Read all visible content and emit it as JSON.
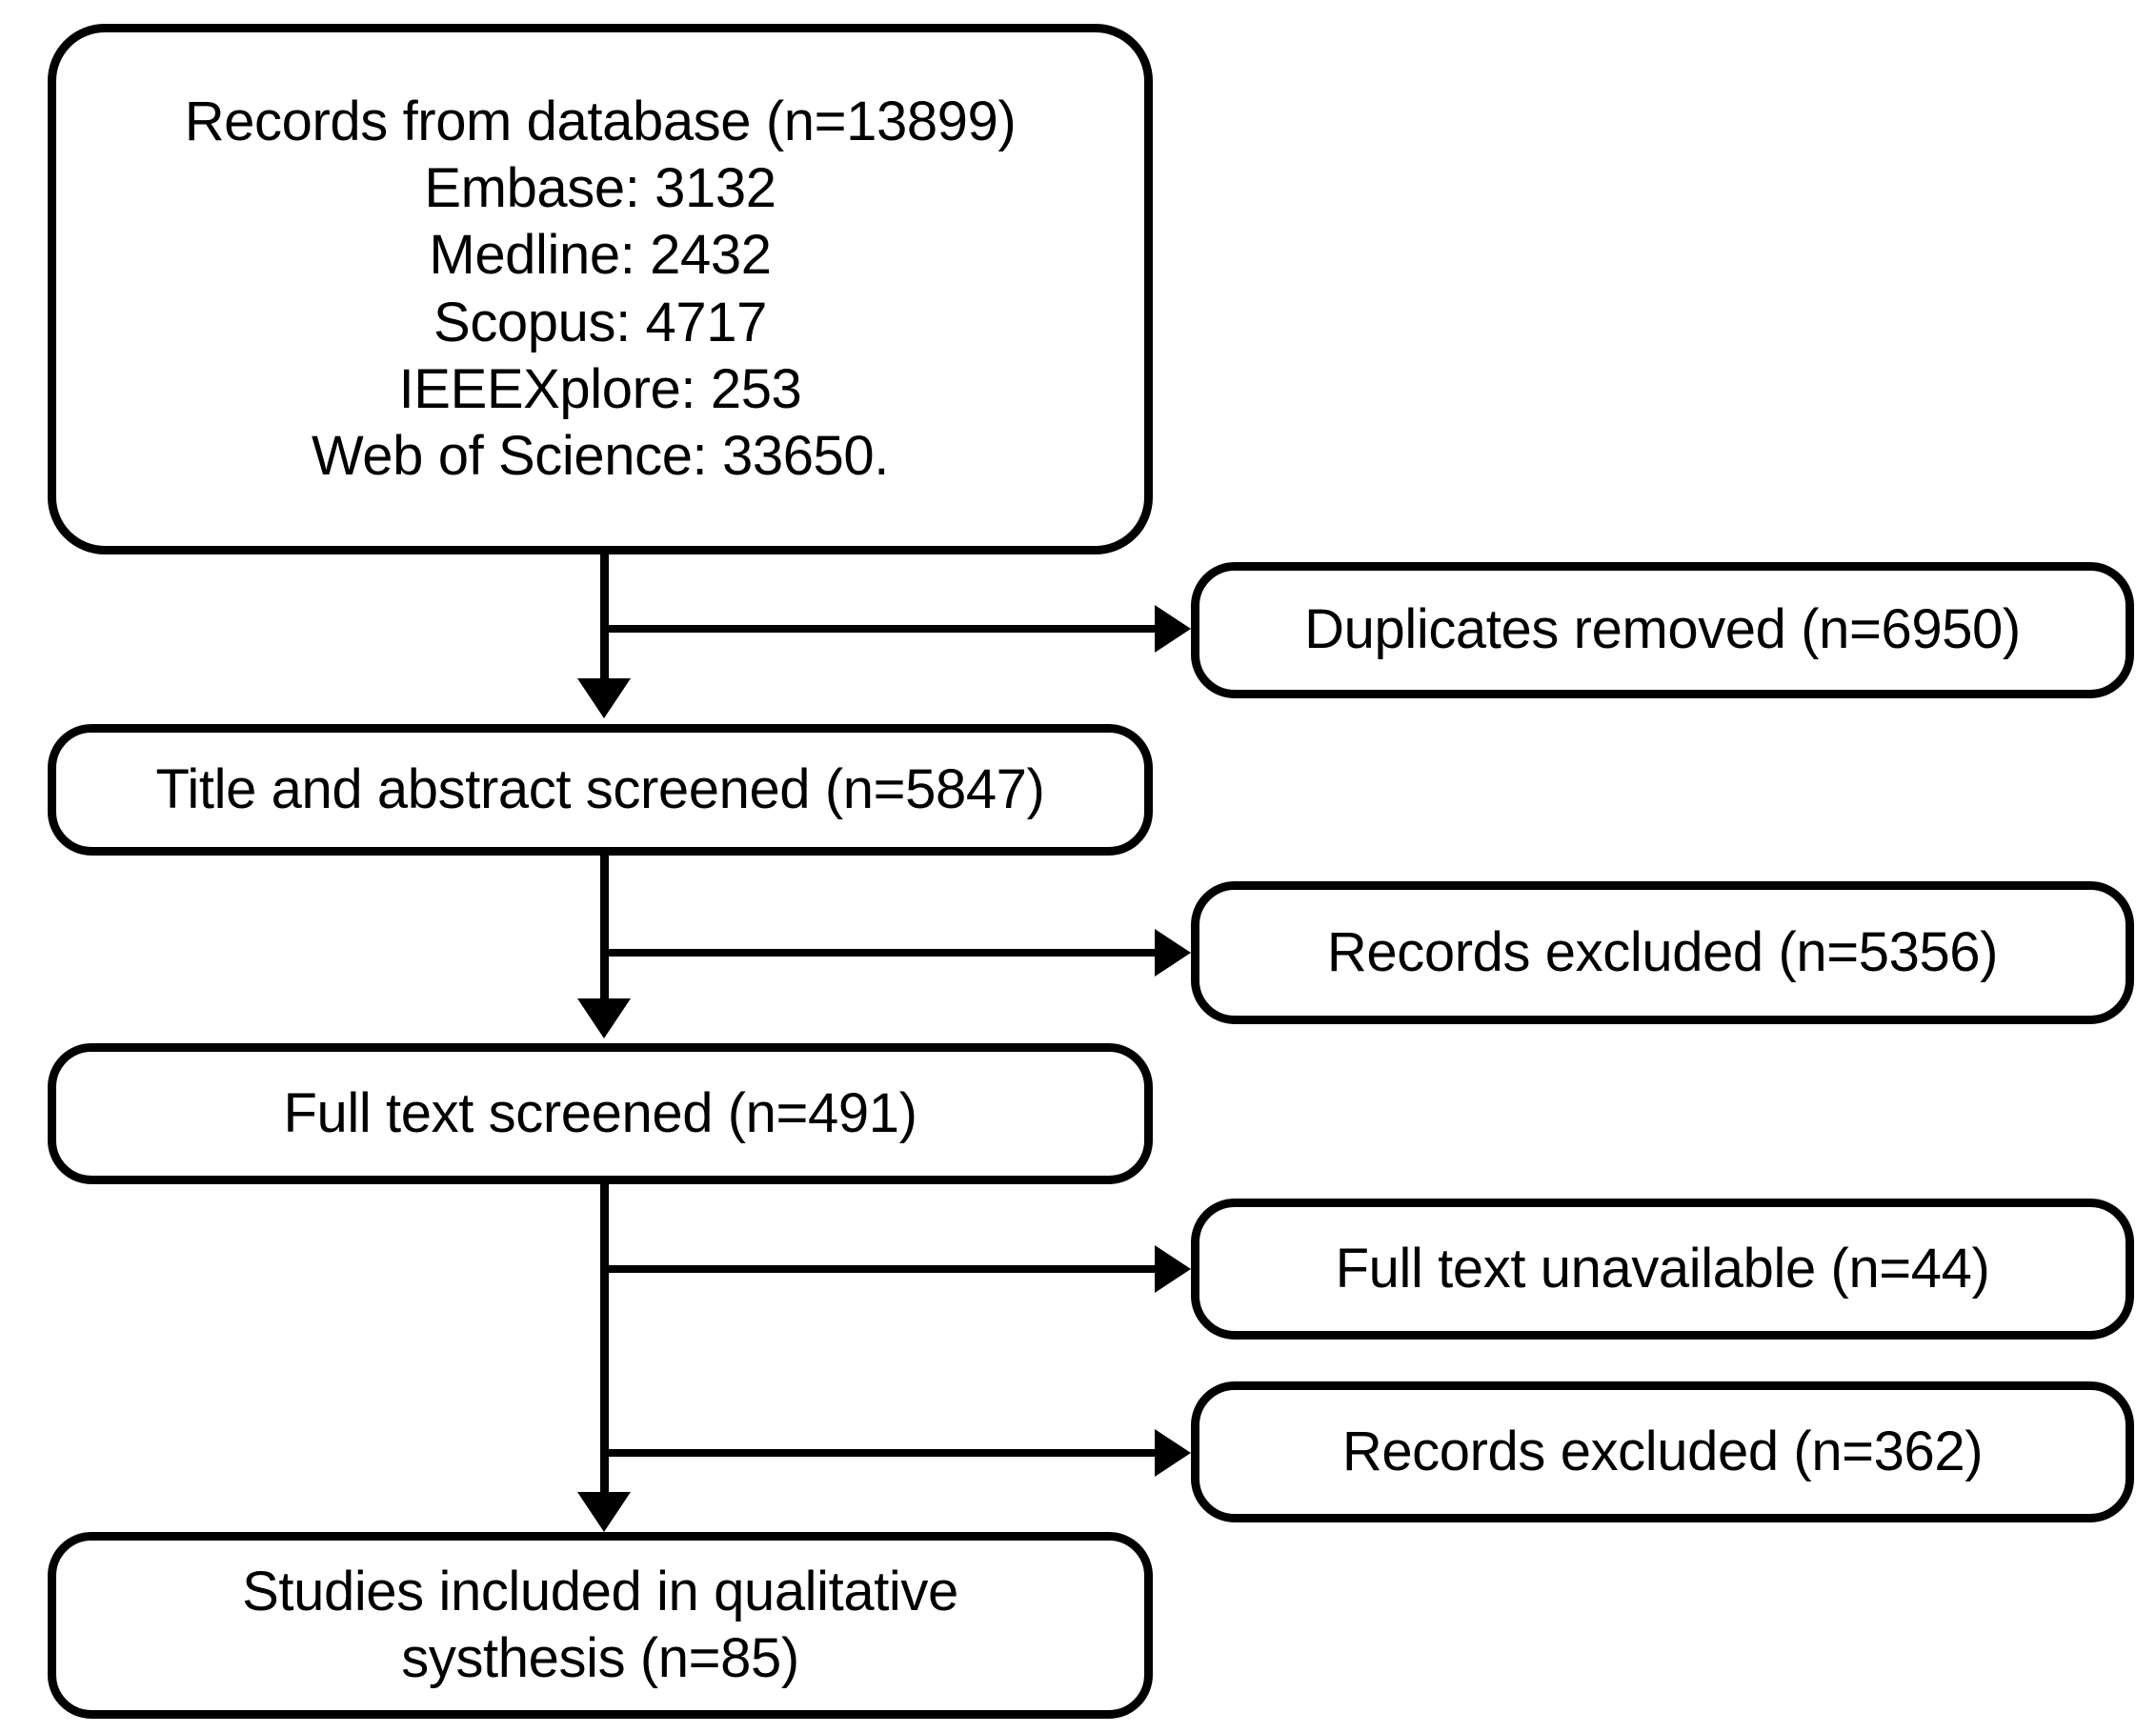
{
  "diagram": {
    "type": "prisma-flow-diagram",
    "title": "",
    "colors": {
      "stroke": "#000000",
      "fill": "#ffffff",
      "text": "#000000"
    },
    "nodes": {
      "sources": {
        "name": "records-from-database",
        "lines": [
          "Records from database (n=13899)",
          "Embase: 3132",
          "Medline: 2432",
          "Scopus: 4717",
          "IEEEXplore: 253",
          "Web of Science: 33650."
        ],
        "total": 13899,
        "breakdown": [
          {
            "source": "Embase",
            "count": 3132
          },
          {
            "source": "Medline",
            "count": 2432
          },
          {
            "source": "Scopus",
            "count": 4717
          },
          {
            "source": "IEEEXplore",
            "count": 253
          },
          {
            "source": "Web of Science",
            "count": 33650
          }
        ]
      },
      "duplicates": {
        "name": "duplicates-removed",
        "lines": [
          "Duplicates removed (n=6950)"
        ],
        "count": 6950
      },
      "titleabs": {
        "name": "title-and-abstract-screened",
        "lines": [
          "Title and abstract screened (n=5847)"
        ],
        "count": 5847
      },
      "excluded1": {
        "name": "records-excluded-screening",
        "lines": [
          "Records excluded (n=5356)"
        ],
        "count": 5356
      },
      "fulltext": {
        "name": "full-text-screened",
        "lines": [
          "Full text screened (n=491)"
        ],
        "count": 491
      },
      "unavailable": {
        "name": "full-text-unavailable",
        "lines": [
          "Full text unavailable (n=44)"
        ],
        "count": 44
      },
      "excluded2": {
        "name": "records-excluded-eligibility",
        "lines": [
          "Records excluded (n=362)"
        ],
        "count": 362
      },
      "included": {
        "name": "studies-included",
        "lines": [
          "Studies included in qualitative",
          "systhesis (n=85)"
        ],
        "count": 85
      }
    },
    "edges": [
      {
        "from": "sources",
        "to": "duplicates",
        "kind": "branch-right"
      },
      {
        "from": "sources",
        "to": "titleabs",
        "kind": "flow-down"
      },
      {
        "from": "titleabs",
        "to": "excluded1",
        "kind": "branch-right"
      },
      {
        "from": "titleabs",
        "to": "fulltext",
        "kind": "flow-down"
      },
      {
        "from": "fulltext",
        "to": "unavailable",
        "kind": "branch-right"
      },
      {
        "from": "fulltext",
        "to": "excluded2",
        "kind": "branch-right"
      },
      {
        "from": "fulltext",
        "to": "included",
        "kind": "flow-down"
      }
    ]
  }
}
